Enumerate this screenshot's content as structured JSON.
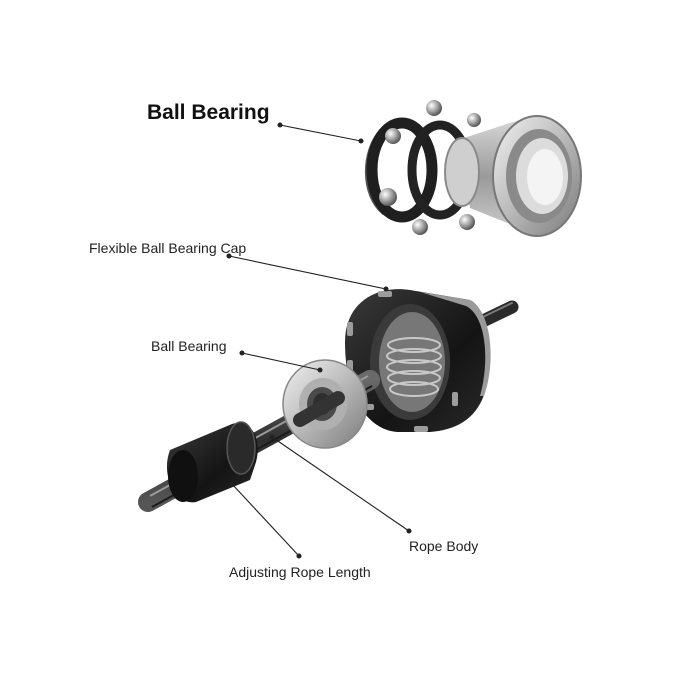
{
  "labels": {
    "bearing_top": "Ball Bearing",
    "cap": "Flexible Ball Bearing Cap",
    "bearing_mid": "Ball Bearing",
    "rope_body": "Rope Body",
    "adjust": "Adjusting Rope Length"
  },
  "colors": {
    "line": "#222222",
    "metal_light": "#e6e6e6",
    "metal_mid": "#b5b5b5",
    "metal_dark": "#6f6f6f",
    "black": "#1c1c1c",
    "rope": "#3a3a3a"
  }
}
